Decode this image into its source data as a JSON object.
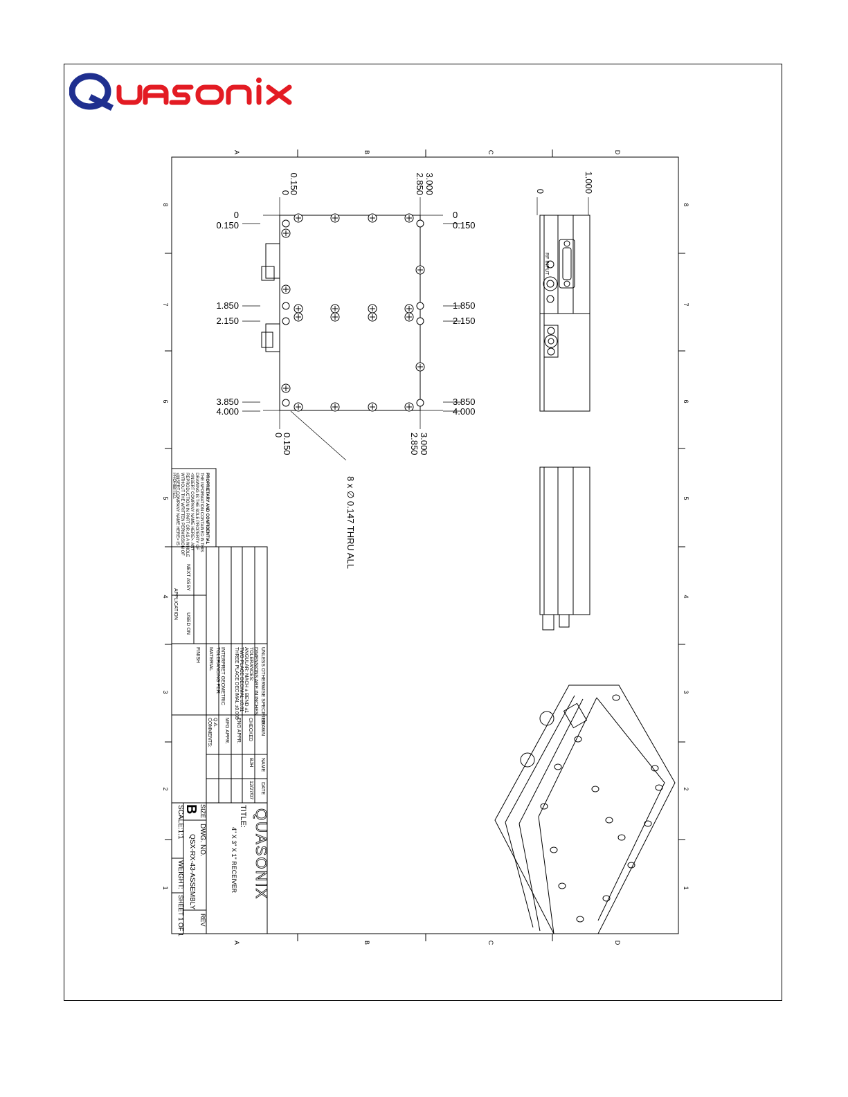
{
  "brand": {
    "name": "Quasonix",
    "logo_text": "QUASONIX",
    "colors": {
      "q_blue": "#1f2f8f",
      "letters_red": "#e31b23"
    }
  },
  "zones": {
    "rows": [
      "A",
      "B",
      "C",
      "D"
    ],
    "cols": [
      "8",
      "7",
      "6",
      "5",
      "4",
      "3",
      "2",
      "1"
    ]
  },
  "dims": {
    "top": [
      "0",
      "0.150",
      "2.850",
      "3.000"
    ],
    "bottom": [
      "0",
      "0.150",
      "2.850",
      "3.000"
    ],
    "left": [
      "0",
      "0.150",
      "1.850",
      "2.150",
      "3.850",
      "4.000"
    ],
    "right": [
      "0",
      "0.150",
      "1.850",
      "2.150",
      "3.850",
      "4.000"
    ],
    "side_top": [
      "0",
      "1.000"
    ],
    "hole_callout": "8 x ∅ 0.147 THRU ALL"
  },
  "connector_label": "RF INPUT",
  "proprietary": {
    "heading": "PROPRIETARY AND CONFIDENTIAL",
    "lines": [
      "THE INFORMATION CONTAINED IN THIS",
      "DRAWING IS THE SOLE PROPERTY OF",
      "<INSERT COMPANY NAME HERE>. ANY",
      "REPRODUCTION IN PART OR AS A WHOLE",
      "WITHOUT THE WRITTEN PERMISSION OF",
      "<INSERT COMPANY NAME HERE> IS",
      "PROHIBITED."
    ]
  },
  "app_block": {
    "next_assy": "NEXT ASSY",
    "used_on": "USED ON",
    "application": "APPLICATION"
  },
  "spec_block": {
    "lines": [
      "UNLESS OTHERWISE SPECIFIED:",
      "DIMENSIONS ARE IN INCHES",
      "TOLERANCES:",
      "ANGULAR: MACH ±   BEND ±1",
      "TWO PLACE DECIMAL    ±0.01",
      "THREE PLACE DECIMAL  ±0.005"
    ],
    "interpret": [
      "INTERPRET GEOMETRIC",
      "TOLERANCING PER:"
    ],
    "material": "MATERIAL",
    "finish": "FINISH"
  },
  "approvals": {
    "header_name": "NAME",
    "header_date": "DATE",
    "rows": [
      "DRAWN",
      "CHECKED",
      "ENG APPR.",
      "MFG APPR.",
      "Q.A.",
      "COMMENTS:"
    ],
    "drawn_name": "BJH",
    "drawn_date": "12/27/07"
  },
  "title_block": {
    "logo_text": "QUASONIX",
    "title_label": "TITLE:",
    "title": "4\" X 3\" X 1\" RECEIVER",
    "size_label": "SIZE",
    "size": "B",
    "dwg_label": "DWG.  NO.",
    "dwg_no": "QSX-RX-43-ASSEMBLY",
    "rev_label": "REV",
    "scale": "SCALE:1:1",
    "weight": "WEIGHT:",
    "sheet": "SHEET 1 OF 1"
  }
}
